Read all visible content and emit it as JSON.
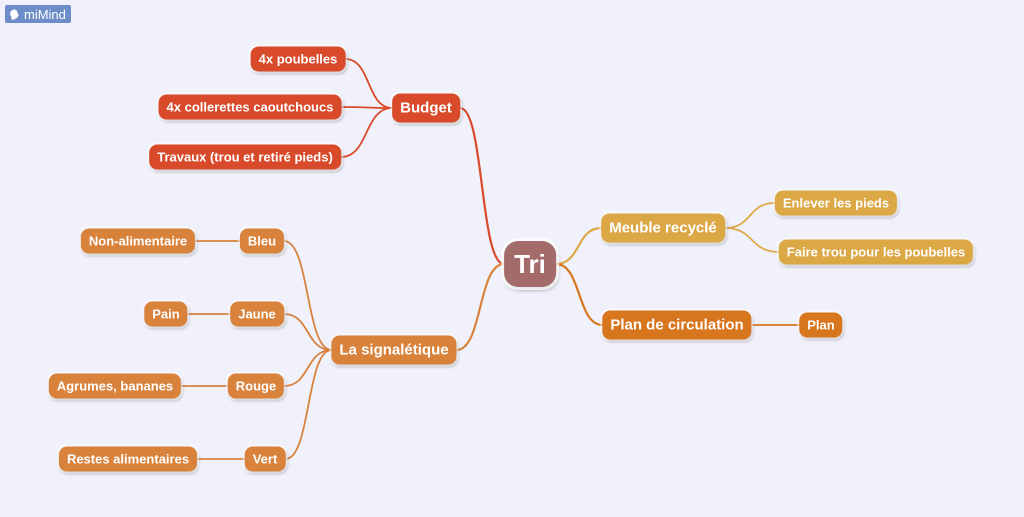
{
  "app": {
    "brand": "miMind",
    "brand_icon": "mimind-head-icon"
  },
  "colors": {
    "background": "#f1f1fb",
    "root": "#a46b6b",
    "budget": "#d94a2b",
    "meuble": "#dba845",
    "plan": "#d8761e",
    "signaletique": "#d8823c"
  },
  "mindmap": {
    "root": {
      "id": "root",
      "label": "Tri"
    },
    "nodes": [
      {
        "id": "budget",
        "label": "Budget",
        "parent": "root",
        "branch": "budget",
        "level": 1
      },
      {
        "id": "b1",
        "label": "4x poubelles",
        "parent": "budget",
        "branch": "budget",
        "level": 2
      },
      {
        "id": "b2",
        "label": "4x collerettes caoutchoucs",
        "parent": "budget",
        "branch": "budget",
        "level": 2
      },
      {
        "id": "b3",
        "label": "Travaux (trou et retiré pieds)",
        "parent": "budget",
        "branch": "budget",
        "level": 2
      },
      {
        "id": "meuble",
        "label": "Meuble recyclé",
        "parent": "root",
        "branch": "meuble",
        "level": 1
      },
      {
        "id": "m1",
        "label": "Enlever les pieds",
        "parent": "meuble",
        "branch": "meuble",
        "level": 2
      },
      {
        "id": "m2",
        "label": "Faire trou pour les poubelles",
        "parent": "meuble",
        "branch": "meuble",
        "level": 2
      },
      {
        "id": "plancirc",
        "label": "Plan de circulation",
        "parent": "root",
        "branch": "plan",
        "level": 1
      },
      {
        "id": "p1",
        "label": "Plan",
        "parent": "plancirc",
        "branch": "plan",
        "level": 2
      },
      {
        "id": "signal",
        "label": "La signalétique",
        "parent": "root",
        "branch": "signaletique",
        "level": 1
      },
      {
        "id": "s_bleu",
        "label": "Bleu",
        "parent": "signal",
        "branch": "signaletique",
        "level": 2
      },
      {
        "id": "s_bleu1",
        "label": "Non-alimentaire",
        "parent": "s_bleu",
        "branch": "signaletique",
        "level": 3
      },
      {
        "id": "s_jaune",
        "label": "Jaune",
        "parent": "signal",
        "branch": "signaletique",
        "level": 2
      },
      {
        "id": "s_jaune1",
        "label": "Pain",
        "parent": "s_jaune",
        "branch": "signaletique",
        "level": 3
      },
      {
        "id": "s_rouge",
        "label": "Rouge",
        "parent": "signal",
        "branch": "signaletique",
        "level": 2
      },
      {
        "id": "s_rouge1",
        "label": "Agrumes, bananes",
        "parent": "s_rouge",
        "branch": "signaletique",
        "level": 3
      },
      {
        "id": "s_vert",
        "label": "Vert",
        "parent": "signal",
        "branch": "signaletique",
        "level": 2
      },
      {
        "id": "s_vert1",
        "label": "Restes alimentaires",
        "parent": "s_vert",
        "branch": "signaletique",
        "level": 3
      }
    ]
  }
}
